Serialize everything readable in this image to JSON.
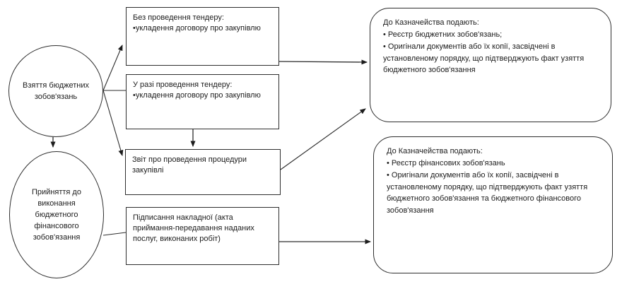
{
  "diagram": {
    "title_semantic": "budget-commitment-registration-flowchart",
    "background_color": "#ffffff",
    "stroke_color": "#2e2e2e",
    "text_color": "#1c1c1c",
    "nodes": {
      "ellipse_take_commitment": {
        "text": "Взяття бюджетних зобов'язань"
      },
      "ellipse_accept_financial": {
        "text": "Прийняття до виконання бюджетного фінансового зобов'язання"
      },
      "box_no_tender": {
        "lines": [
          "Без проведення тендеру:",
          "•укладення договору про закупівлю"
        ]
      },
      "box_with_tender": {
        "lines": [
          "У разі проведення тендеру:",
          "•укладення договору про закупівлю"
        ]
      },
      "box_procurement_report": {
        "lines": [
          "Звіт про проведення процедури закупівлі"
        ]
      },
      "box_signing_invoice": {
        "lines": [
          "Підписання накладної (акта приймання-передавання наданих послуг, виконаних робіт)"
        ]
      },
      "rounded_treasury_budget": {
        "lines": [
          "До Казначейства подають:",
          "• Реєстр бюджетних зобов'язань;",
          "• Оригінали документів або їх копії, засвідчені в установленому порядку, що підтверджують факт узяття бюджетного зобов'язання"
        ]
      },
      "rounded_treasury_financial": {
        "lines": [
          "До Казначейства подають:",
          "• Реєстр фінансових зобов'язань",
          "• Оригінали документів або їх копії, засвідчені в установленому порядку, що підтверджують факт узяття бюджетного зобов'язання та бюджетного фінансового зобов'язання"
        ]
      }
    },
    "edges": [
      {
        "from": "ellipse_take_commitment",
        "to": "ellipse_accept_financial",
        "arrowhead": true
      },
      {
        "from": "ellipse_take_commitment",
        "to": "box_no_tender",
        "arrowhead": true
      },
      {
        "from": "ellipse_take_commitment",
        "to": "box_with_tender",
        "arrowhead": false
      },
      {
        "from": "ellipse_take_commitment",
        "to": "box_procurement_report",
        "arrowhead": true
      },
      {
        "from": "box_with_tender",
        "to": "box_procurement_report",
        "arrowhead": true
      },
      {
        "from": "box_no_tender",
        "to": "rounded_treasury_budget",
        "arrowhead": true
      },
      {
        "from": "box_procurement_report",
        "to": "rounded_treasury_budget",
        "arrowhead": true
      },
      {
        "from": "ellipse_accept_financial",
        "to": "box_signing_invoice",
        "arrowhead": false
      },
      {
        "from": "box_signing_invoice",
        "to": "rounded_treasury_financial",
        "arrowhead": true
      }
    ]
  }
}
